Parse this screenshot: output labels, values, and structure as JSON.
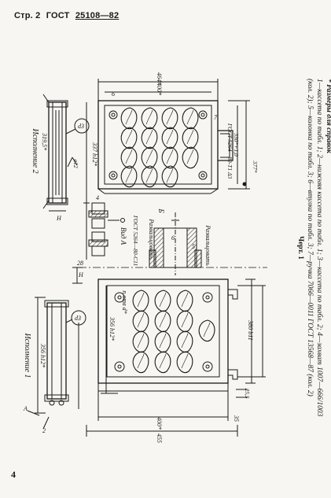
{
  "header": {
    "page_label": "Стр. 2",
    "standard": "ГОСТ",
    "number": "25108—82"
  },
  "views": {
    "variant_1": "Исполнение 1",
    "variant_2": "Исполнение 2",
    "view_a": "Вид А",
    "section_label": "Б",
    "unfold_left": "Развальцовать",
    "unfold_right": "Развальцовать"
  },
  "dimensions": {
    "d_455": "455",
    "d_400_bottom": "400*",
    "d_35": "35",
    "d_25_5": "25,5",
    "d_356_h12_a": "356 h12*",
    "d_356_h12_b": "356 h12*",
    "d_337_h12": "337 h12*",
    "d_380_b11": "380 b11",
    "d_n_otv": "n отв d*",
    "d_464": "464*",
    "d_400_top": "400*",
    "d_319": "319,5*",
    "d_330": "330*+1,0",
    "d_377": "377*",
    "d_28": "28",
    "d_h": "H",
    "d_h2": "H",
    "d_6": "6",
    "d_leader_2": "2",
    "d_A": "A",
    "d_leader_4": "4",
    "d_leader_5": "5",
    "d_leader_6": "6",
    "d_leader_7": "7",
    "d_dz": "d3",
    "d_dz2": "d3",
    "d_gost_1": "ГОСТ 5264—80-С11",
    "d_gost_2": "ГОСТ 5264—80-Т1 Δ3",
    "d_ozi": "ø12"
  },
  "caption": {
    "note": "* Размеры для справок",
    "legend": "1—кассета по табл. 1; 2—нижняя кассета по табл. 1; 3—кассета по табл. 2; 4—захват 1007—666/1003 (кол. 2); 5—колонка по табл. 3; 6—втулка по табл. 3; 7—ручка 7066—0011 ГОСТ 13568—87 (кол. 2)",
    "figure": "Черт. 1"
  },
  "page_number": "4"
}
